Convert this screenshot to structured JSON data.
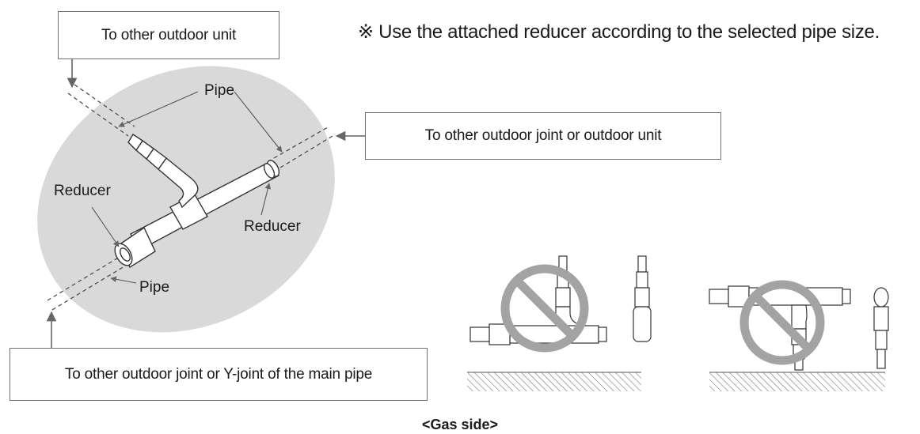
{
  "note": "※ Use the attached reducer according to the selected pipe size.",
  "boxes": {
    "top_left": "To other outdoor unit",
    "right": "To other outdoor joint or outdoor unit",
    "bottom": "To other outdoor joint or Y-joint of the main pipe"
  },
  "labels": {
    "pipe_top": "Pipe",
    "pipe_bottom": "Pipe",
    "reducer_left": "Reducer",
    "reducer_right": "Reducer"
  },
  "caption": "<Gas side>",
  "colors": {
    "ellipse": "#d9d9d9",
    "prohibited": "#a3a3a3",
    "line": "#555555"
  }
}
